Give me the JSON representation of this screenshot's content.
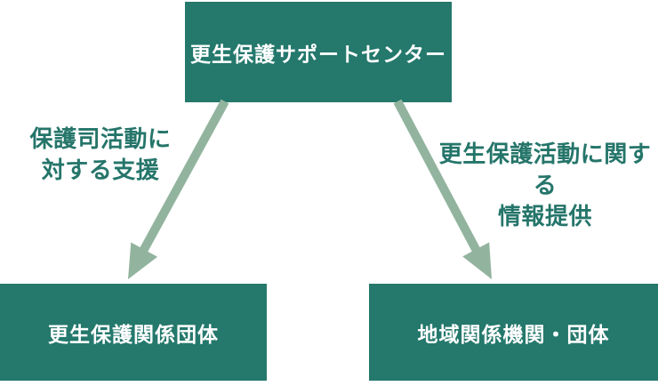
{
  "diagram": {
    "top_box": {
      "label": "更生保護サポートセンター"
    },
    "bottom_left_box": {
      "label": "更生保護関係団体"
    },
    "bottom_right_box": {
      "label": "地域関係機関・団体"
    },
    "left_arrow_label": {
      "line1": "保護司活動に",
      "line2": "対する支援"
    },
    "right_arrow_label": {
      "line1": "更生保護活動に関する",
      "line2": "情報提供"
    }
  },
  "colors": {
    "background": "#FFFFFF",
    "box_background": "#24786C",
    "box_text": "#FFFFFF",
    "arrow": "#92B49E",
    "label_text": "#25756A"
  }
}
